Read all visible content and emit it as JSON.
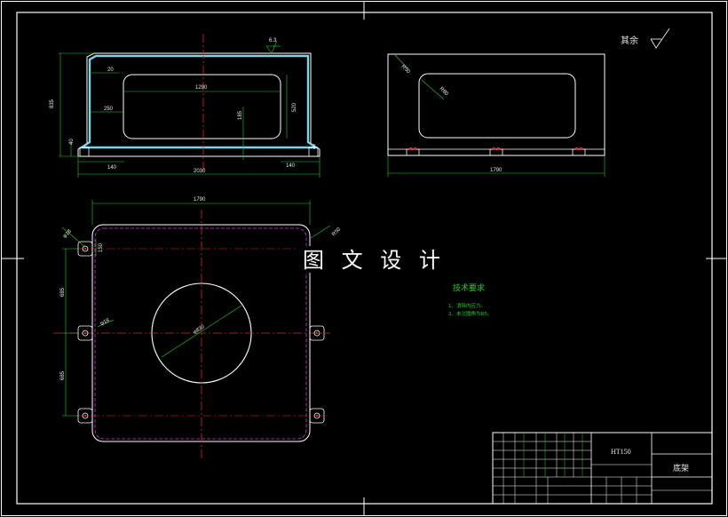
{
  "watermark": "图 文 设 计",
  "roughness_note": "其余",
  "roughness_value": "6.3",
  "tech_requirements": {
    "title": "技术要求",
    "item1": "1、消除内应力。",
    "item2": "2、未注圆角为R5。"
  },
  "title_block": {
    "material": "HT150",
    "part_name": "底架"
  },
  "dimensions": {
    "front_top_thickness": "20",
    "front_inner_width": "1290",
    "front_offset": "250",
    "front_height": "835",
    "front_inner_height": "520",
    "front_small": "185",
    "front_base": "40",
    "front_left_foot": "140",
    "front_right_foot": "140",
    "front_total_width": "2030",
    "side_radius_outer": "R50",
    "side_radius_inner": "R80",
    "side_width": "1790",
    "plan_width": "1790",
    "plan_corner_r": "R50",
    "plan_hole_d": "φ18",
    "plan_bolt_offset": "150",
    "plan_spacing_1": "685",
    "plan_spacing_2": "685",
    "plan_center_hole": "φ18",
    "plan_circle_d": "φ830"
  },
  "colors": {
    "outline": "#ffffff",
    "dimension": "#1fd11f",
    "center_line": "#e0262b",
    "hidden_line": "#d23cd2",
    "section_fill": "#7fd4e8"
  }
}
